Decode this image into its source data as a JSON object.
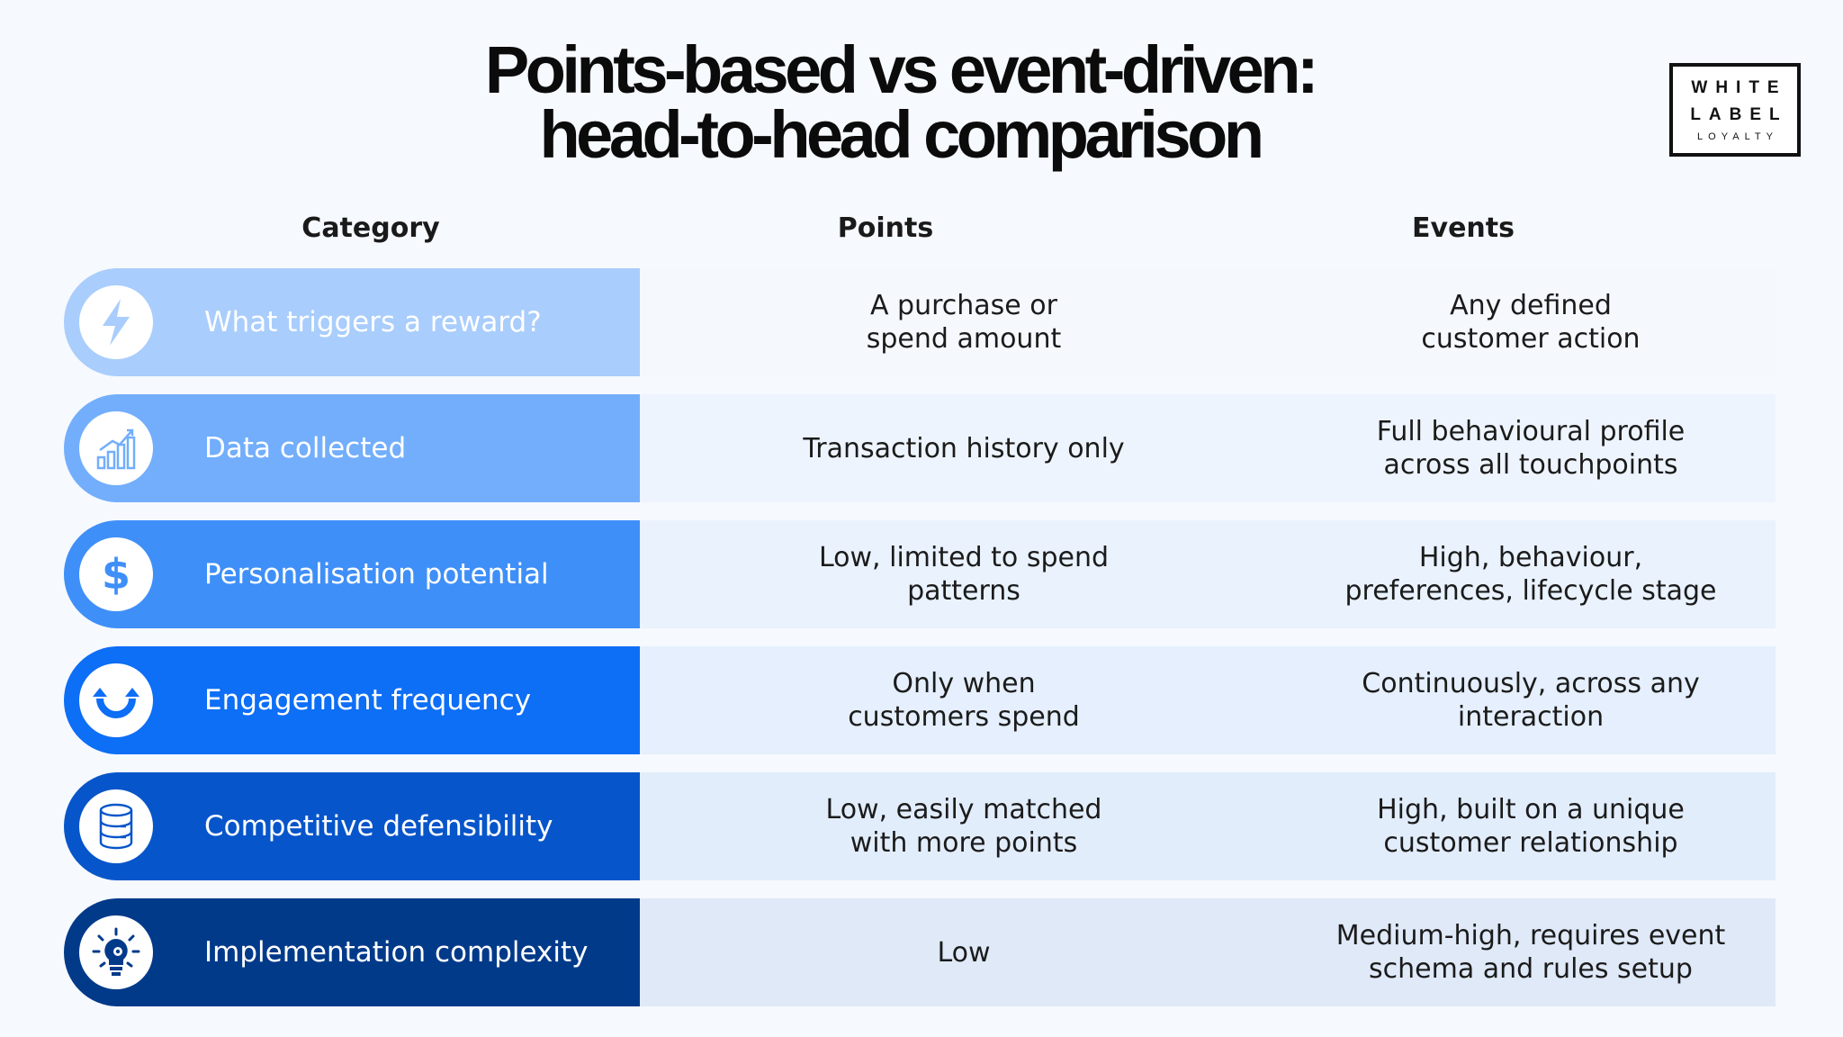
{
  "header": {
    "title_line1": "Points-based vs event-driven:",
    "title_line2": "head-to-head comparison"
  },
  "logo": {
    "line1": "WHITE",
    "line2": "LABEL",
    "line3": "LOYALTY"
  },
  "table": {
    "columns": [
      "Category",
      "Points",
      "Events"
    ],
    "rows": [
      {
        "category": "What triggers a reward?",
        "points": "A purchase or\nspend amount",
        "events": "Any defined\ncustomer action",
        "icon": "lightning-icon",
        "color": "#a9cdfc",
        "band": "#f5f9fe"
      },
      {
        "category": "Data collected",
        "points": "Transaction history only",
        "events": "Full behavioural profile\nacross all touchpoints",
        "icon": "bar-chart-icon",
        "color": "#72aefb",
        "band": "#eef4fd"
      },
      {
        "category": "Personalisation potential",
        "points": "Low, limited to spend\npatterns",
        "events": "High, behaviour,\npreferences, lifecycle stage",
        "icon": "dollar-icon",
        "color": "#3f8ff8",
        "band": "#e9f2fd"
      },
      {
        "category": "Engagement frequency",
        "points": "Only when\ncustomers spend",
        "events": "Continuously, across any\ninteraction",
        "icon": "refresh-arrow-icon",
        "color": "#0d6ef6",
        "band": "#e5effd"
      },
      {
        "category": "Competitive defensibility",
        "points": "Low, easily matched\nwith more points",
        "events": "High, built on a unique\ncustomer relationship",
        "icon": "database-icon",
        "color": "#0755ca",
        "band": "#e2edfc"
      },
      {
        "category": "Implementation complexity",
        "points": "Low",
        "events": "Medium-high, requires event\nschema and rules setup",
        "icon": "lightbulb-gear-icon",
        "color": "#023a8a",
        "band": "#dfe9f8"
      }
    ]
  }
}
